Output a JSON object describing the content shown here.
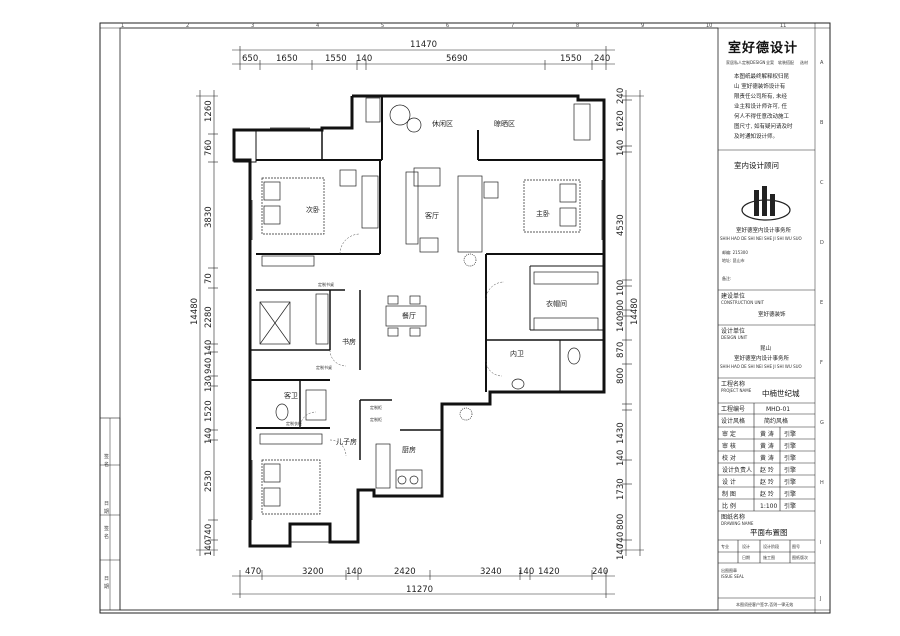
{
  "dimensions": {
    "top_total": "11470",
    "top_segments": [
      "650",
      "1650",
      "1550",
      "140",
      "5690",
      "1550",
      "240"
    ],
    "bottom_total": "11270",
    "bottom_segments": [
      "470",
      "3200",
      "140",
      "2420",
      "3240",
      "140",
      "1420",
      "240"
    ],
    "left_total": "14480",
    "left_segments": [
      "1260",
      "760",
      "3830",
      "70",
      "2280",
      "140",
      "940",
      "130",
      "1520",
      "140",
      "2530",
      "740",
      "140"
    ],
    "right_total": "14480",
    "right_segments": [
      "240",
      "1620",
      "140",
      "4530",
      "100",
      "900",
      "140",
      "870",
      "800",
      "1430",
      "140",
      "1730",
      "800",
      "740",
      "140"
    ]
  },
  "rooms": {
    "leisure": "休闲区",
    "drying": "晾晒区",
    "second_bedroom": "次卧",
    "living_room": "客厅",
    "master_bedroom": "主卧",
    "dining_room": "餐厅",
    "cloakroom": "衣帽间",
    "study": "书房",
    "inner_bath": "内卫",
    "guest_bath": "客卫",
    "child_room": "儿子房",
    "kitchen": "厨房"
  },
  "fixtures": {
    "desk1": "定制书桌",
    "desk2": "定制书桌",
    "cabinet1": "定制柜",
    "cabinet2": "定制柜",
    "wardrobe": "定制衣柜"
  },
  "edge_labels": {
    "left": [
      "签",
      "名",
      "日",
      "期",
      "签",
      "名",
      "日",
      "期"
    ],
    "right": [
      "A",
      "B",
      "C",
      "D",
      "E",
      "F",
      "G",
      "H",
      "I",
      "J"
    ],
    "top": [
      "1",
      "2",
      "3",
      "4",
      "5",
      "6",
      "7",
      "8",
      "9",
      "10",
      "11"
    ]
  },
  "title_block": {
    "logo": "室好德设计",
    "logo_sub": [
      "家居私人定制",
      "DESIGN",
      "全案",
      "软装搭配",
      "选材"
    ],
    "notes": [
      "本图纸最终解释权归昆",
      "山 室好德装饰设计有",
      "限责任公司所有, 未经",
      "业主和设计师许可, 任",
      "何人不得任意改动施工",
      "图尺寸, 如有疑问请及时",
      "及时通知设计师。"
    ],
    "consultant_label": "室内设计顾问",
    "company_name": "室好德室内设计事务所",
    "company_en": "SHIH HAO DE SHI NEI SHE JI SHI WU SUO",
    "contact": [
      "邮编: 215300",
      "地址: 昆山市"
    ],
    "remark_label": "备注:",
    "construction_label": "建设单位",
    "construction_en": "CONSTRUCTION UNIT",
    "construction_value": "室好德装饰",
    "design_label": "设计单位",
    "design_en": "DESIGN UNIT",
    "design_city": "昆山",
    "design_company": "室好德室内设计事务所",
    "design_company_en": "SHIH HAO DE SHI NEI SHE JI SHI WU SUO",
    "project_label": "工程名称",
    "project_en": "PROJECT NAME",
    "project_value": "中楠世纪城",
    "number_label": "工程编号",
    "number_value": "MHD-01",
    "style_label": "设计风格",
    "style_value": "简约风格",
    "roles": [
      {
        "role": "审 定",
        "name": "黄 涛",
        "sign": "引擎"
      },
      {
        "role": "审 核",
        "name": "黄 涛",
        "sign": "引擎"
      },
      {
        "role": "校 对",
        "name": "黄 涛",
        "sign": "引擎"
      },
      {
        "role": "设计负责人",
        "name": "赵 玲",
        "sign": "引擎"
      },
      {
        "role": "设 计",
        "name": "赵 玲",
        "sign": "引擎"
      },
      {
        "role": "制 图",
        "name": "赵 玲",
        "sign": "引擎"
      },
      {
        "role": "比 例",
        "name": "1:100",
        "sign": "引擎"
      }
    ],
    "drawing_name_label": "图纸名称",
    "drawing_name_en": "DRAWING NAME",
    "drawing_name_value": "平面布置图",
    "bottom_labels": [
      "专业",
      "设计",
      "设计阶段",
      "施工图",
      "图号",
      "日期",
      "图纸版次"
    ],
    "issue_label": "出图图章",
    "issue_en": "ISSUE SEAL",
    "footer_note": "本图须经客户签字,否则一律无效"
  }
}
